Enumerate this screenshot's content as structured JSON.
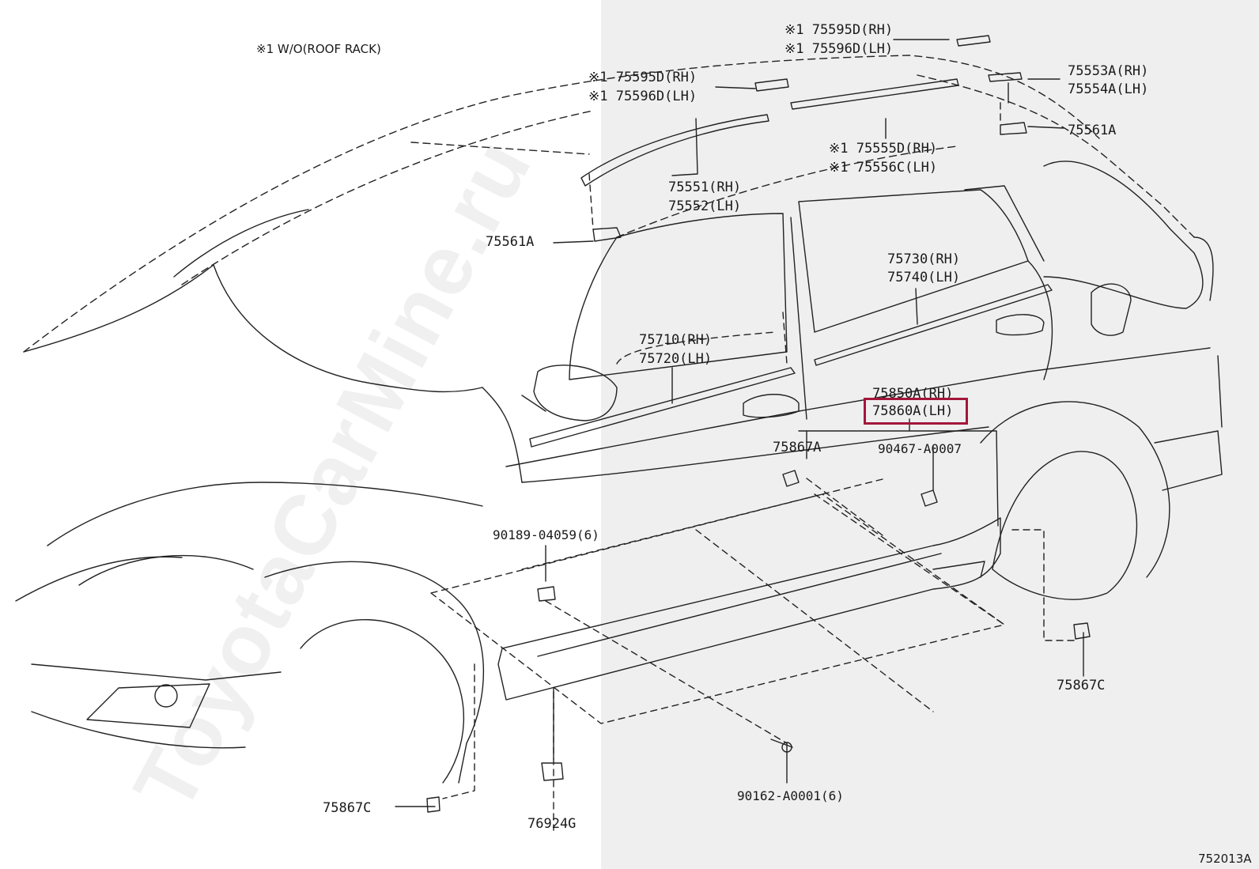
{
  "watermark": "ToyotaCarMine.ru",
  "note": "※1 W/O(ROOF RACK)",
  "diagram_code": "752013A",
  "labels": {
    "rr_top_rh": "※1 75595D(RH)",
    "rr_top_lh": "※1 75596D(LH)",
    "fr_top_rh": "※1 75595D(RH)",
    "fr_top_lh": "※1 75596D(LH)",
    "rear_end_rh": "75553A(RH)",
    "rear_end_lh": "75554A(LH)",
    "clip_rear": "75561A",
    "mid_rh": "※1 75555D(RH)",
    "mid_lh": "※1 75556C(LH)",
    "front_roof_rh": "75551(RH)",
    "front_roof_lh": "75552(LH)",
    "clip_front": "75561A",
    "rear_door_rh": "75730(RH)",
    "rear_door_lh": "75740(LH)",
    "front_door_rh": "75710(RH)",
    "front_door_lh": "75720(LH)",
    "rocker_rh": "75850A(RH)",
    "rocker_lh": "75860A(LH)",
    "clip_75867a": "75867A",
    "clip_90467": "90467-A0007",
    "clip_90189": "90189-04059(6)",
    "clip_75867c_rear": "75867C",
    "screw_90162": "90162-A0001(6)",
    "clip_75867c_front": "75867C",
    "nut_76924g": "76924G"
  },
  "highlight_color": "#a3163a"
}
